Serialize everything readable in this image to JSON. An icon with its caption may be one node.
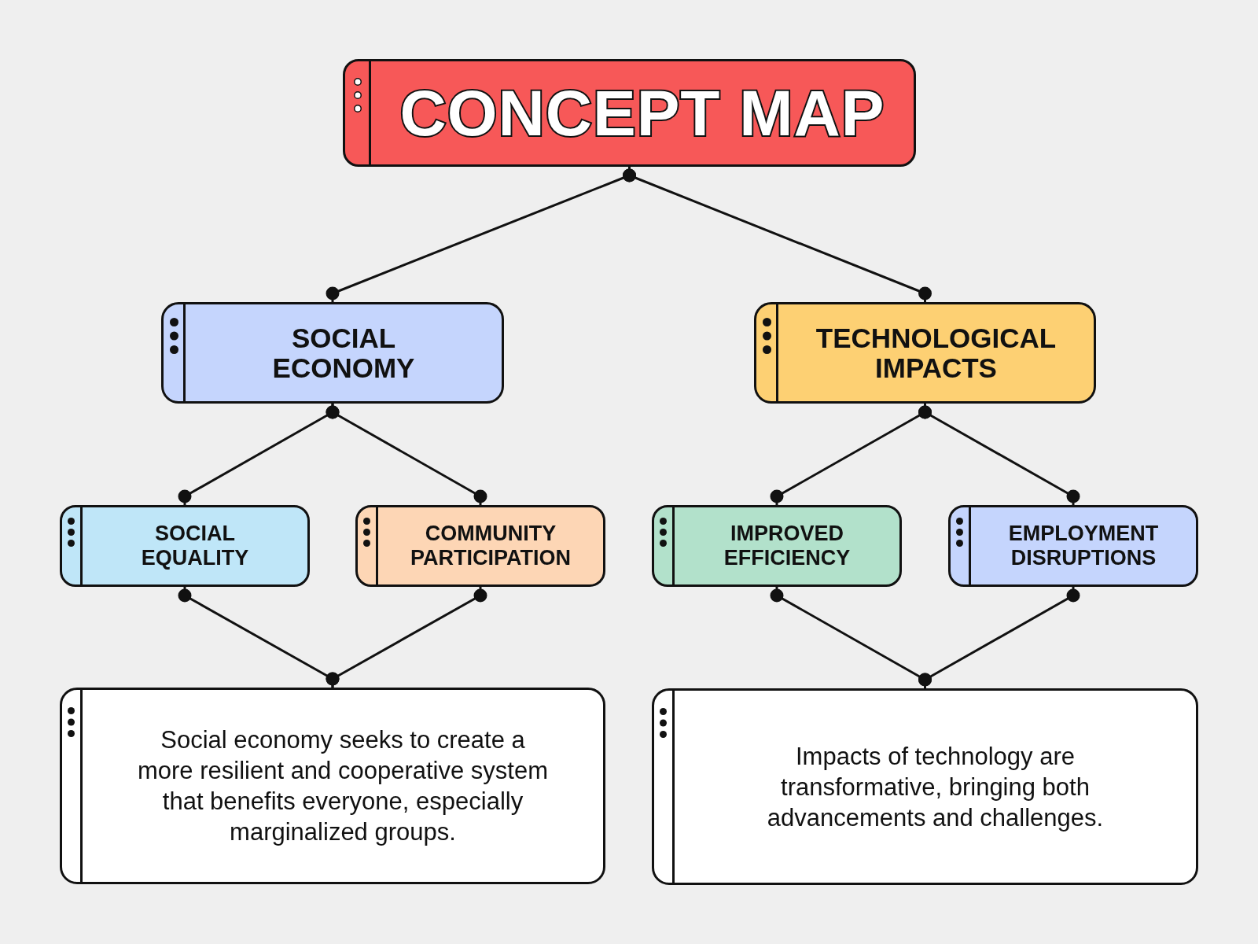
{
  "diagram": {
    "nodes": [
      {
        "text": [
          "CONCEPT MAP"
        ]
      },
      {
        "text": [
          "SOCIAL ECONOMY"
        ]
      },
      {
        "text": [
          "TECHNOLOGICAL IMPACTS"
        ]
      },
      {
        "text": [
          "SOCIAL EQUALITY"
        ]
      },
      {
        "text": [
          "COMMUNITY PARTICIPATION"
        ]
      },
      {
        "text": [
          "IMPROVED EFFICIENCY"
        ]
      },
      {
        "text": [
          "EMPLOYMENT DISRUPTIONS"
        ]
      },
      {
        "text": [
          "Social economy seeks to create a more resilient and cooperative system that benefits everyone, especially marginalized groups."
        ]
      },
      {
        "text": [
          "Impacts of technology are transformative, bringing both advancements and challenges."
        ]
      }
    ],
    "edges": [
      {
        "from": 0,
        "to": 1,
        "arrow": "other"
      },
      {
        "from": 0,
        "to": 2,
        "arrow": "other"
      },
      {
        "from": 1,
        "to": 3,
        "arrow": "other"
      },
      {
        "from": 1,
        "to": 4,
        "arrow": "other"
      },
      {
        "from": 2,
        "to": 5,
        "arrow": "other"
      },
      {
        "from": 2,
        "to": 6,
        "arrow": "other"
      },
      {
        "from": 3,
        "to": 7,
        "arrow": "other"
      },
      {
        "from": 4,
        "to": 7,
        "arrow": "other"
      },
      {
        "from": 5,
        "to": 8,
        "arrow": "other"
      },
      {
        "from": 6,
        "to": 8,
        "arrow": "other"
      }
    ]
  }
}
